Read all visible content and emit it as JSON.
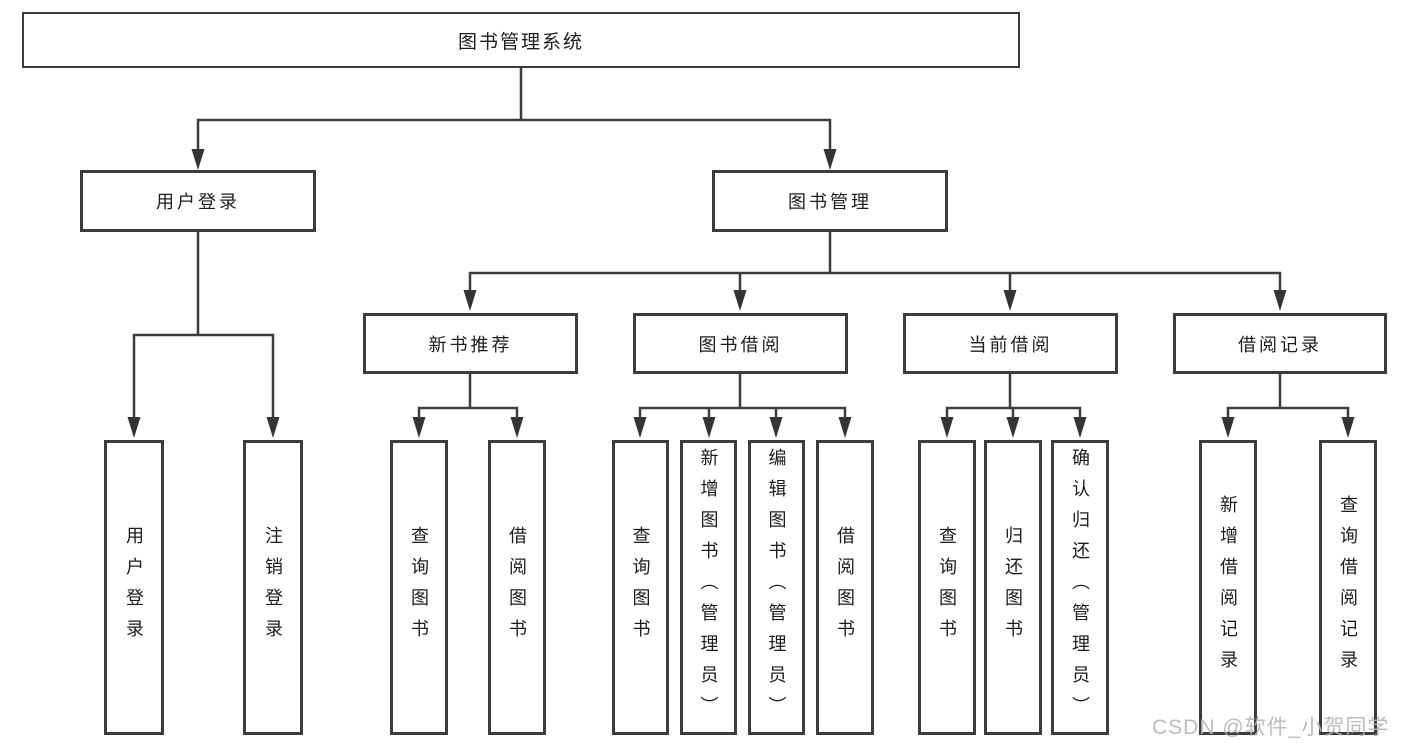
{
  "watermark": "CSDN @软件_小贺同学",
  "colors": {
    "line": "#3c3c3c",
    "text": "#1c1c1c",
    "watermark": "#b5b5b5",
    "background": "#ffffff"
  },
  "root": {
    "label": "图书管理系统"
  },
  "userLogin": {
    "label": "用户登录",
    "children": [
      {
        "label": "用户登录"
      },
      {
        "label": "注销登录"
      }
    ]
  },
  "bookManagement": {
    "label": "图书管理"
  },
  "newBookRecommend": {
    "label": "新书推荐",
    "children": [
      {
        "label": "查询图书"
      },
      {
        "label": "借阅图书"
      }
    ]
  },
  "bookBorrow": {
    "label": "图书借阅",
    "children": [
      {
        "label": "查询图书"
      },
      {
        "label": "新增图书（管理员）"
      },
      {
        "label": "编辑图书（管理员）"
      },
      {
        "label": "借阅图书"
      }
    ]
  },
  "currentBorrow": {
    "label": "当前借阅",
    "children": [
      {
        "label": "查询图书"
      },
      {
        "label": "归还图书"
      },
      {
        "label": "确认归还（管理员）"
      }
    ]
  },
  "borrowRecord": {
    "label": "借阅记录",
    "children": [
      {
        "label": "新增借阅记录"
      },
      {
        "label": "查询借阅记录"
      }
    ]
  }
}
